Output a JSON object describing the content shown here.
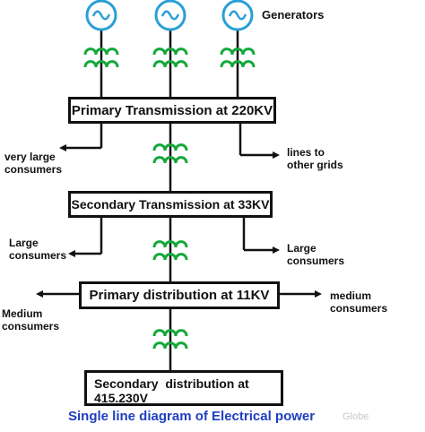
{
  "labels": {
    "generators": "Generators",
    "very_large_consumers": "very large\nconsumers",
    "lines_to_other_grids": "lines to\nother grids",
    "large_consumers_left": "Large\nconsumers",
    "large_consumers_right": "Large\nconsumers",
    "medium_consumers_left": "Medium\nconsumers",
    "medium_consumers_right": "medium\nconsumers"
  },
  "boxes": {
    "primary_transmission": "Primary Transmission at 220KV",
    "secondary_transmission": "Secondary Transmission at 33KV",
    "primary_distribution": "Primary distribution at 11KV",
    "secondary_distribution": "Secondary  distribution at\n415.230V"
  },
  "caption": "Single line diagram of Electrical power",
  "watermark": "Globe",
  "colors": {
    "generator": "#2a9fd6",
    "transformer": "#14a83a",
    "line": "#111111",
    "caption": "#1f3fbf"
  }
}
